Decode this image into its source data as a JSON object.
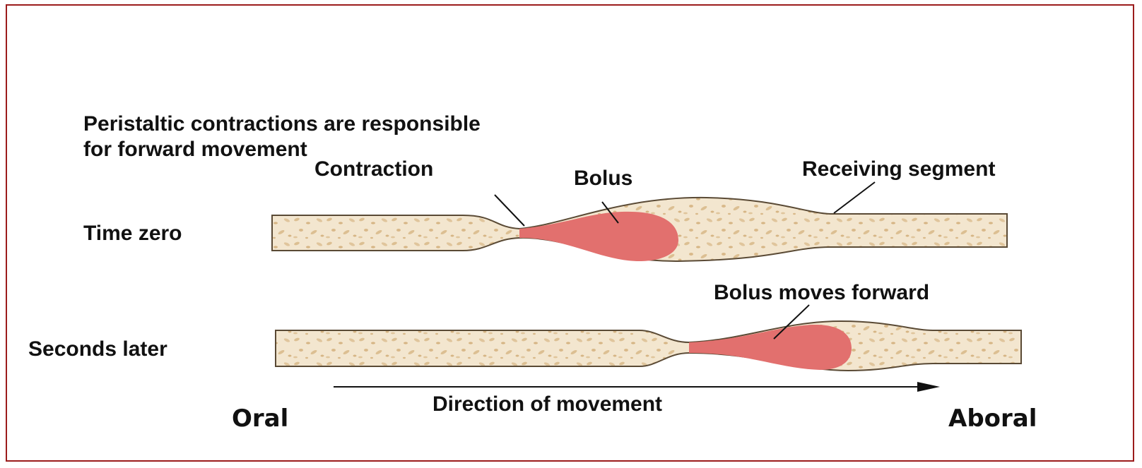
{
  "title_line1": "Peristaltic contractions are responsible",
  "title_line2": "for forward movement",
  "labels": {
    "contraction": "Contraction",
    "bolus": "Bolus",
    "receiving": "Receiving segment",
    "time_zero": "Time zero",
    "seconds_later": "Seconds later",
    "bolus_moves": "Bolus moves forward",
    "direction": "Direction of movement",
    "oral": "Oral",
    "aboral": "Aboral"
  },
  "colors": {
    "frame": "#9b1c1c",
    "tube_fill": "#f3e6cf",
    "tube_speckle": "#d9b98a",
    "bolus": "#e2706e",
    "outline": "#5a4a35"
  }
}
